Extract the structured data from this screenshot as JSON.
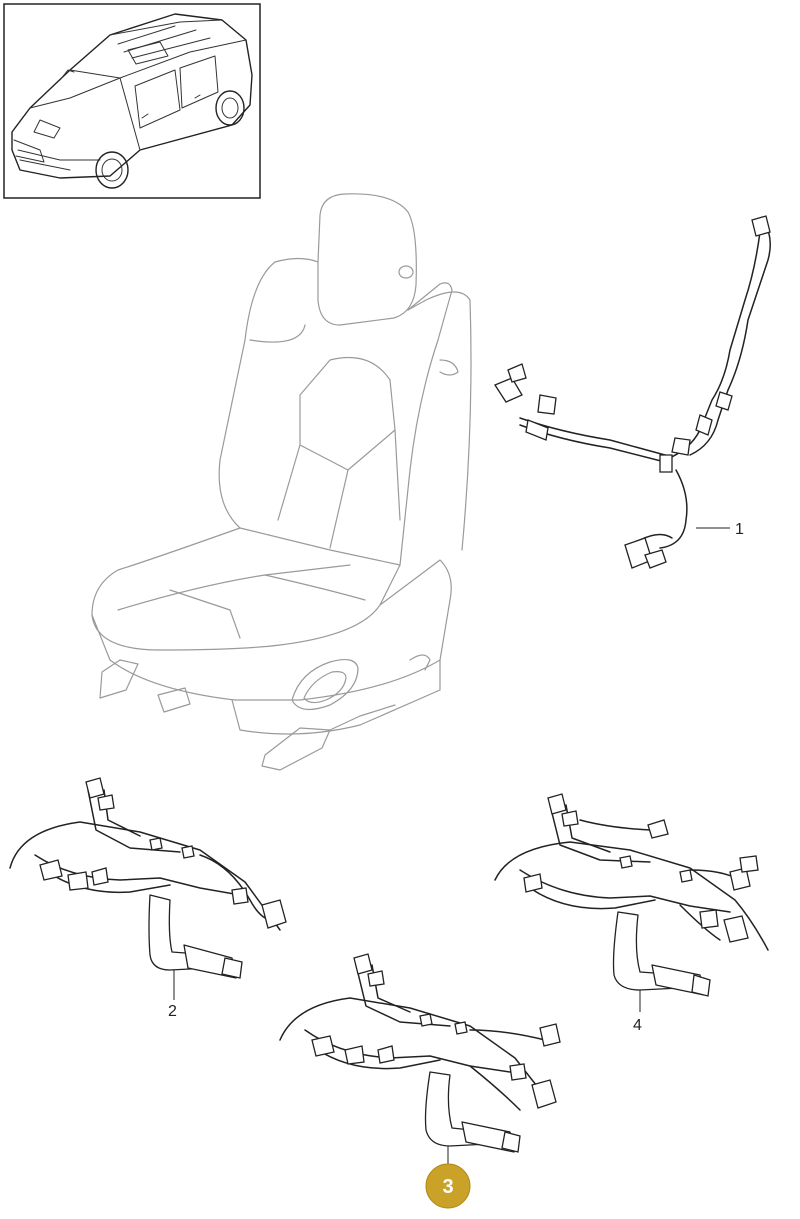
{
  "diagram": {
    "callouts": [
      {
        "id": "part-1",
        "label": "1",
        "highlighted": false
      },
      {
        "id": "part-2",
        "label": "2",
        "highlighted": false
      },
      {
        "id": "part-3",
        "label": "3",
        "highlighted": true
      },
      {
        "id": "part-4",
        "label": "4",
        "highlighted": false
      }
    ],
    "colors": {
      "line": "#222222",
      "seat_outline": "#9a9a9a",
      "highlight_fill": "#c9a227",
      "highlight_text": "#ffffff"
    }
  }
}
